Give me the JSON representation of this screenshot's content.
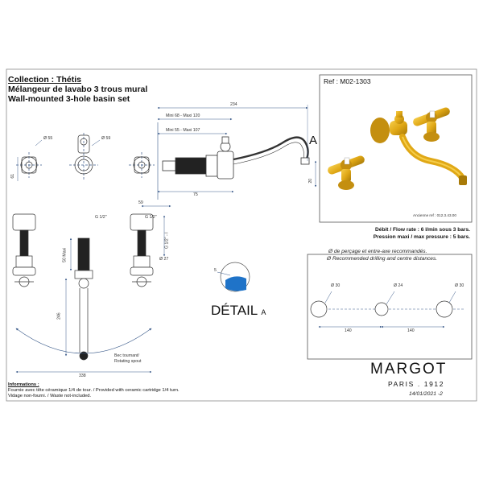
{
  "title": {
    "collection": "Collection : Thétis",
    "fr": "Mélangeur de lavabo 3 trous mural",
    "en": "Wall-mounted 3-hole basin set"
  },
  "reference": {
    "ref_label": "Ref : M02-1303",
    "old_ref": "Ancienne ref : 012.3.43.00"
  },
  "specs": {
    "flow_rate": "Débit / Flow rate : 6 l/min sous 3 bars.",
    "pressure": "Pression maxi / max pressure : 5 bars."
  },
  "drilling": {
    "fr": "Ø de perçage et entre-axe recommandés.",
    "en": "Ø Recommended drilling and centre distances.",
    "hole_left": "Ø 30",
    "hole_mid": "Ø 24",
    "hole_right": "Ø 30",
    "dist_1": "140",
    "dist_2": "140"
  },
  "dims": {
    "d55": "Ø 55",
    "d59": "Ø 59",
    "d55_side": "61",
    "mini68": "Mini 68 - Maxi 120",
    "mini55": "Mini 55 - Maxi 107",
    "w234": "234",
    "w75": "75",
    "h20": "20",
    "w59": "59",
    "g12a": "G 1/2\"",
    "g12b": "G 1/2\"",
    "g12v": "G 1/2\" - I",
    "d27": "Ø 27",
    "max50": "50 Maxi",
    "h246": "246",
    "w338": "338",
    "detail_mm": "5"
  },
  "labels": {
    "spout_fr": "Bec tournant/",
    "spout_en": "Rotating spout",
    "marker_A": "A",
    "detail": "DÉTAIL",
    "detail_A": "A"
  },
  "info": {
    "heading": "Informations :",
    "line1": "Fournie avec tête céramique 1/4 de tour. / Provided with ceramic cartridge 1/4 turn.",
    "line2": "Vidage non-fourni. / Waste not-included."
  },
  "brand": {
    "name": "MARGOT",
    "sub": "PARIS . 1912",
    "date": "14/01/2021 -2"
  },
  "colors": {
    "frame": "#8a8a8a",
    "line": "#333333",
    "dim": "#3a5a8a",
    "gold": "#e0a816",
    "gold_dark": "#a87a08",
    "blue": "#1f73c8"
  }
}
